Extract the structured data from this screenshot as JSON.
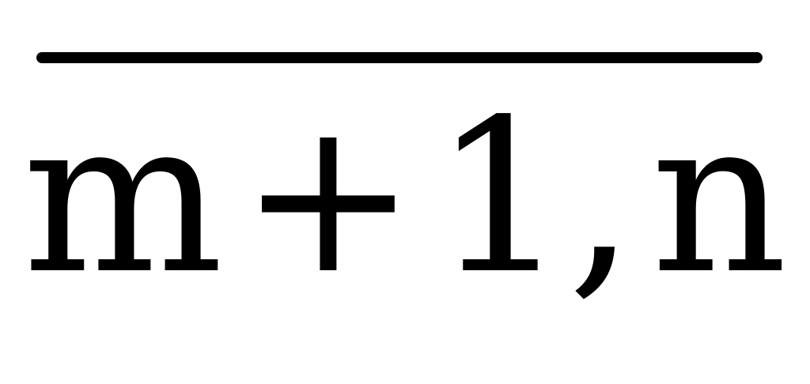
{
  "expression": {
    "term_m": "m",
    "operator_plus": "+",
    "number_one": "1",
    "separator_comma": ",",
    "term_n": "n"
  },
  "colors": {
    "ink": "#000000",
    "background": "#ffffff"
  }
}
